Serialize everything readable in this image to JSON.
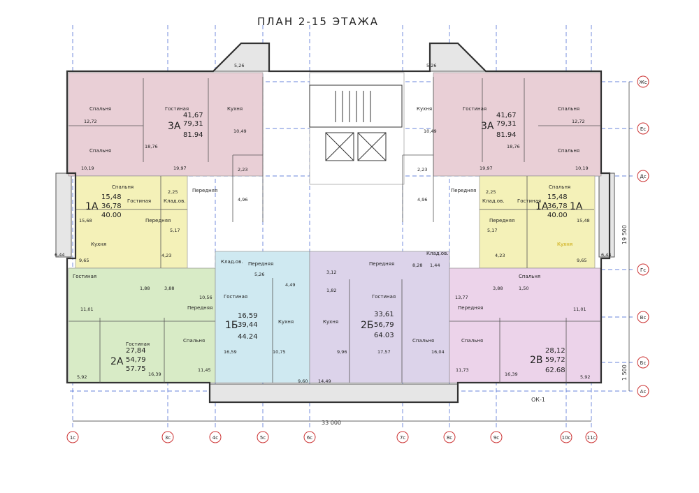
{
  "title": "ПЛАН  2-15 ЭТАЖА",
  "dimensions": {
    "width": "33 000",
    "height": "19 500",
    "edge": "1 500"
  },
  "axes_bottom": [
    "1с",
    "3с",
    "4с",
    "5с",
    "6с",
    "7с",
    "8с",
    "9с",
    "10с",
    "11с"
  ],
  "axes_right": [
    "Жс",
    "Ес",
    "Дс",
    "Гс",
    "Вс",
    "Бс",
    "Ас"
  ],
  "marker": "ОК-1",
  "colors": {
    "apt3a": "#e9cfd6",
    "apt1a": "#f4f1b8",
    "apt2a": "#d8ebc6",
    "apt1b": "#cfe9f1",
    "apt2b": "#dcd3ea",
    "apt2v": "#ecd3ea",
    "stair": "#ffffff",
    "balcony": "#e6e6e6"
  },
  "apartments": [
    {
      "code": "3А",
      "living": "41,67",
      "total": "79,31",
      "gross": "81.94"
    },
    {
      "code": "3А",
      "living": "41,67",
      "total": "79,31",
      "gross": "81.94"
    },
    {
      "code": "1А",
      "living": "15,48",
      "total": "36,78",
      "gross": "40.00"
    },
    {
      "code": "1А",
      "living": "15,48",
      "total": "36,78",
      "gross": "40.00",
      "code2": "1А"
    },
    {
      "code": "2А",
      "living": "27,84",
      "total": "54,79",
      "gross": "57.75"
    },
    {
      "code": "1Б",
      "living": "16,59",
      "total": "39,44",
      "gross": "44.24"
    },
    {
      "code": "2Б",
      "living": "33,61",
      "total": "56,79",
      "gross": "64.03"
    },
    {
      "code": "2В",
      "living": "28,12",
      "total": "59,72",
      "gross": "62.68"
    }
  ],
  "labels": [
    "Спальня",
    "Гостиная",
    "Кухня",
    "Спальня",
    "Гостиная",
    "Кухня",
    "Спальня",
    "Спальня",
    "Спальня",
    "Спальня",
    "Гостиная",
    "Гостиная",
    "Клад.ов.",
    "Клад.ов.",
    "Передняя",
    "Передняя",
    "Кухня",
    "Кухня",
    "Передняя",
    "Передняя",
    "Передняя",
    "Передняя",
    "Передняя",
    "Передняя",
    "Клад.ов.",
    "Клад.ов.",
    "Гостиная",
    "Гостиная",
    "Кухня",
    "Кухня",
    "Гостиная",
    "Спальня",
    "Спальня",
    "Спальня",
    "Гостиная",
    "Спальня"
  ],
  "areas": [
    "5,26",
    "5,26",
    "12,72",
    "12,72",
    "18,76",
    "18,76",
    "10,49",
    "10,49",
    "10,19",
    "10,19",
    "19,97",
    "19,97",
    "2,23",
    "2,23",
    "4,96",
    "4,96",
    "2,25",
    "2,25",
    "15,68",
    "15,48",
    "5,17",
    "5,17",
    "6,44",
    "6,44",
    "9,65",
    "9,65",
    "4,23",
    "4,23",
    "1,88",
    "3,88",
    "3,88",
    "1,50",
    "10,56",
    "11,01",
    "11,01",
    "13,77",
    "5,26",
    "4,49",
    "3,12",
    "1,82",
    "8,28",
    "1,44",
    "16,59",
    "10,75",
    "9,96",
    "17,57",
    "16,04",
    "11,73",
    "16,39",
    "16,39",
    "11,45",
    "5,92",
    "5,92",
    "9,60",
    "14,49"
  ]
}
